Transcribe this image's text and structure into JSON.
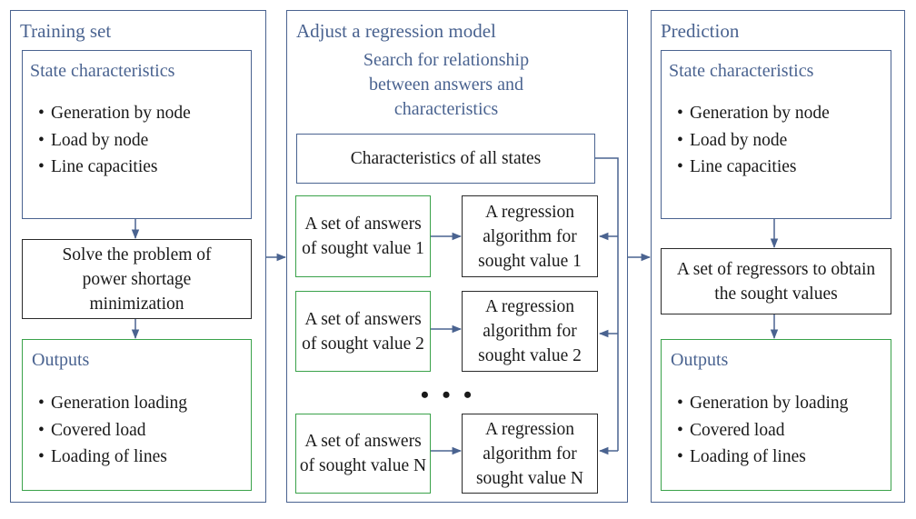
{
  "left": {
    "title": "Training set",
    "state_box": {
      "title": "State characteristics",
      "items": [
        "Generation by node",
        "Load by node",
        "Line capacities"
      ]
    },
    "solve_box": {
      "text": "Solve the problem of power shortage minimization"
    },
    "outputs_box": {
      "title": "Outputs",
      "items": [
        "Generation loading",
        "Covered load",
        "Loading of lines"
      ]
    }
  },
  "middle": {
    "title": "Adjust a regression model",
    "subtitle": "Search for relationship between answers and characteristics",
    "characteristics_box": "Characteristics of all states",
    "rows": [
      {
        "answers": "A set of answers of sought value 1",
        "algorithm": "A regression algorithm for sought value 1"
      },
      {
        "answers": "A set of answers of sought value 2",
        "algorithm": "A regression algorithm for sought value 2"
      },
      {
        "answers": "A set of answers of sought value N",
        "algorithm": "A regression algorithm for sought value N"
      }
    ],
    "ellipsis": "• • •"
  },
  "right": {
    "title": "Prediction",
    "state_box": {
      "title": "State characteristics",
      "items": [
        "Generation by node",
        "Load by node",
        "Line capacities"
      ]
    },
    "regressors_box": {
      "text": "A set of regressors to obtain the sought values"
    },
    "outputs_box": {
      "title": "Outputs",
      "items": [
        "Generation by loading",
        "Covered load",
        "Loading of lines"
      ]
    }
  },
  "colors": {
    "panel": "#4a6390",
    "green": "#3aa24a",
    "black": "#2a2a2a"
  }
}
